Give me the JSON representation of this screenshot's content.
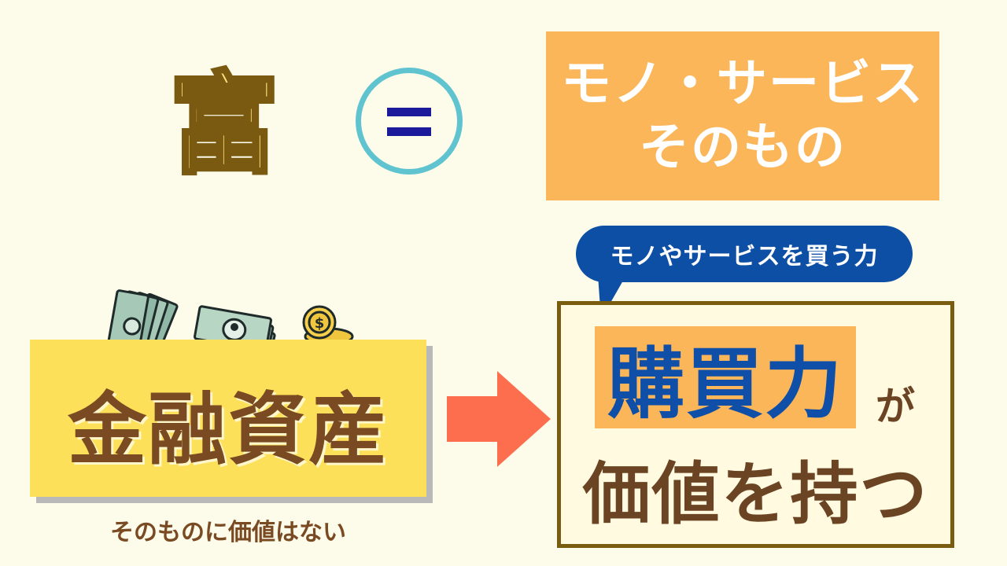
{
  "equation": {
    "left_term": "富",
    "right_term_lines": [
      "モノ・サービス",
      "そのもの"
    ]
  },
  "financial_assets": {
    "label": "金融資産",
    "caption": "そのものに価値はない"
  },
  "purchasing_power": {
    "bubble_text": "モノやサービスを買う力",
    "keyword": "購買力",
    "particle": "が",
    "statement": "価値を持つ"
  },
  "colors": {
    "background": "#fdfbea",
    "goods_box": "#fbb65a",
    "asset_box": "#fde05a",
    "bubble": "#0d4fa5",
    "keyword": "#0f4fa8",
    "brown_text": "#7a4a22",
    "arrow": "#fd6e4f",
    "equal_ring": "#5fc4cf",
    "equal_bars": "#1a1a9a"
  },
  "icons": [
    "equals-icon",
    "banknote-stack-icon",
    "banknote-bundle-icon",
    "coin-stack-icon",
    "arrow-right-icon",
    "speech-bubble-tail-icon"
  ]
}
